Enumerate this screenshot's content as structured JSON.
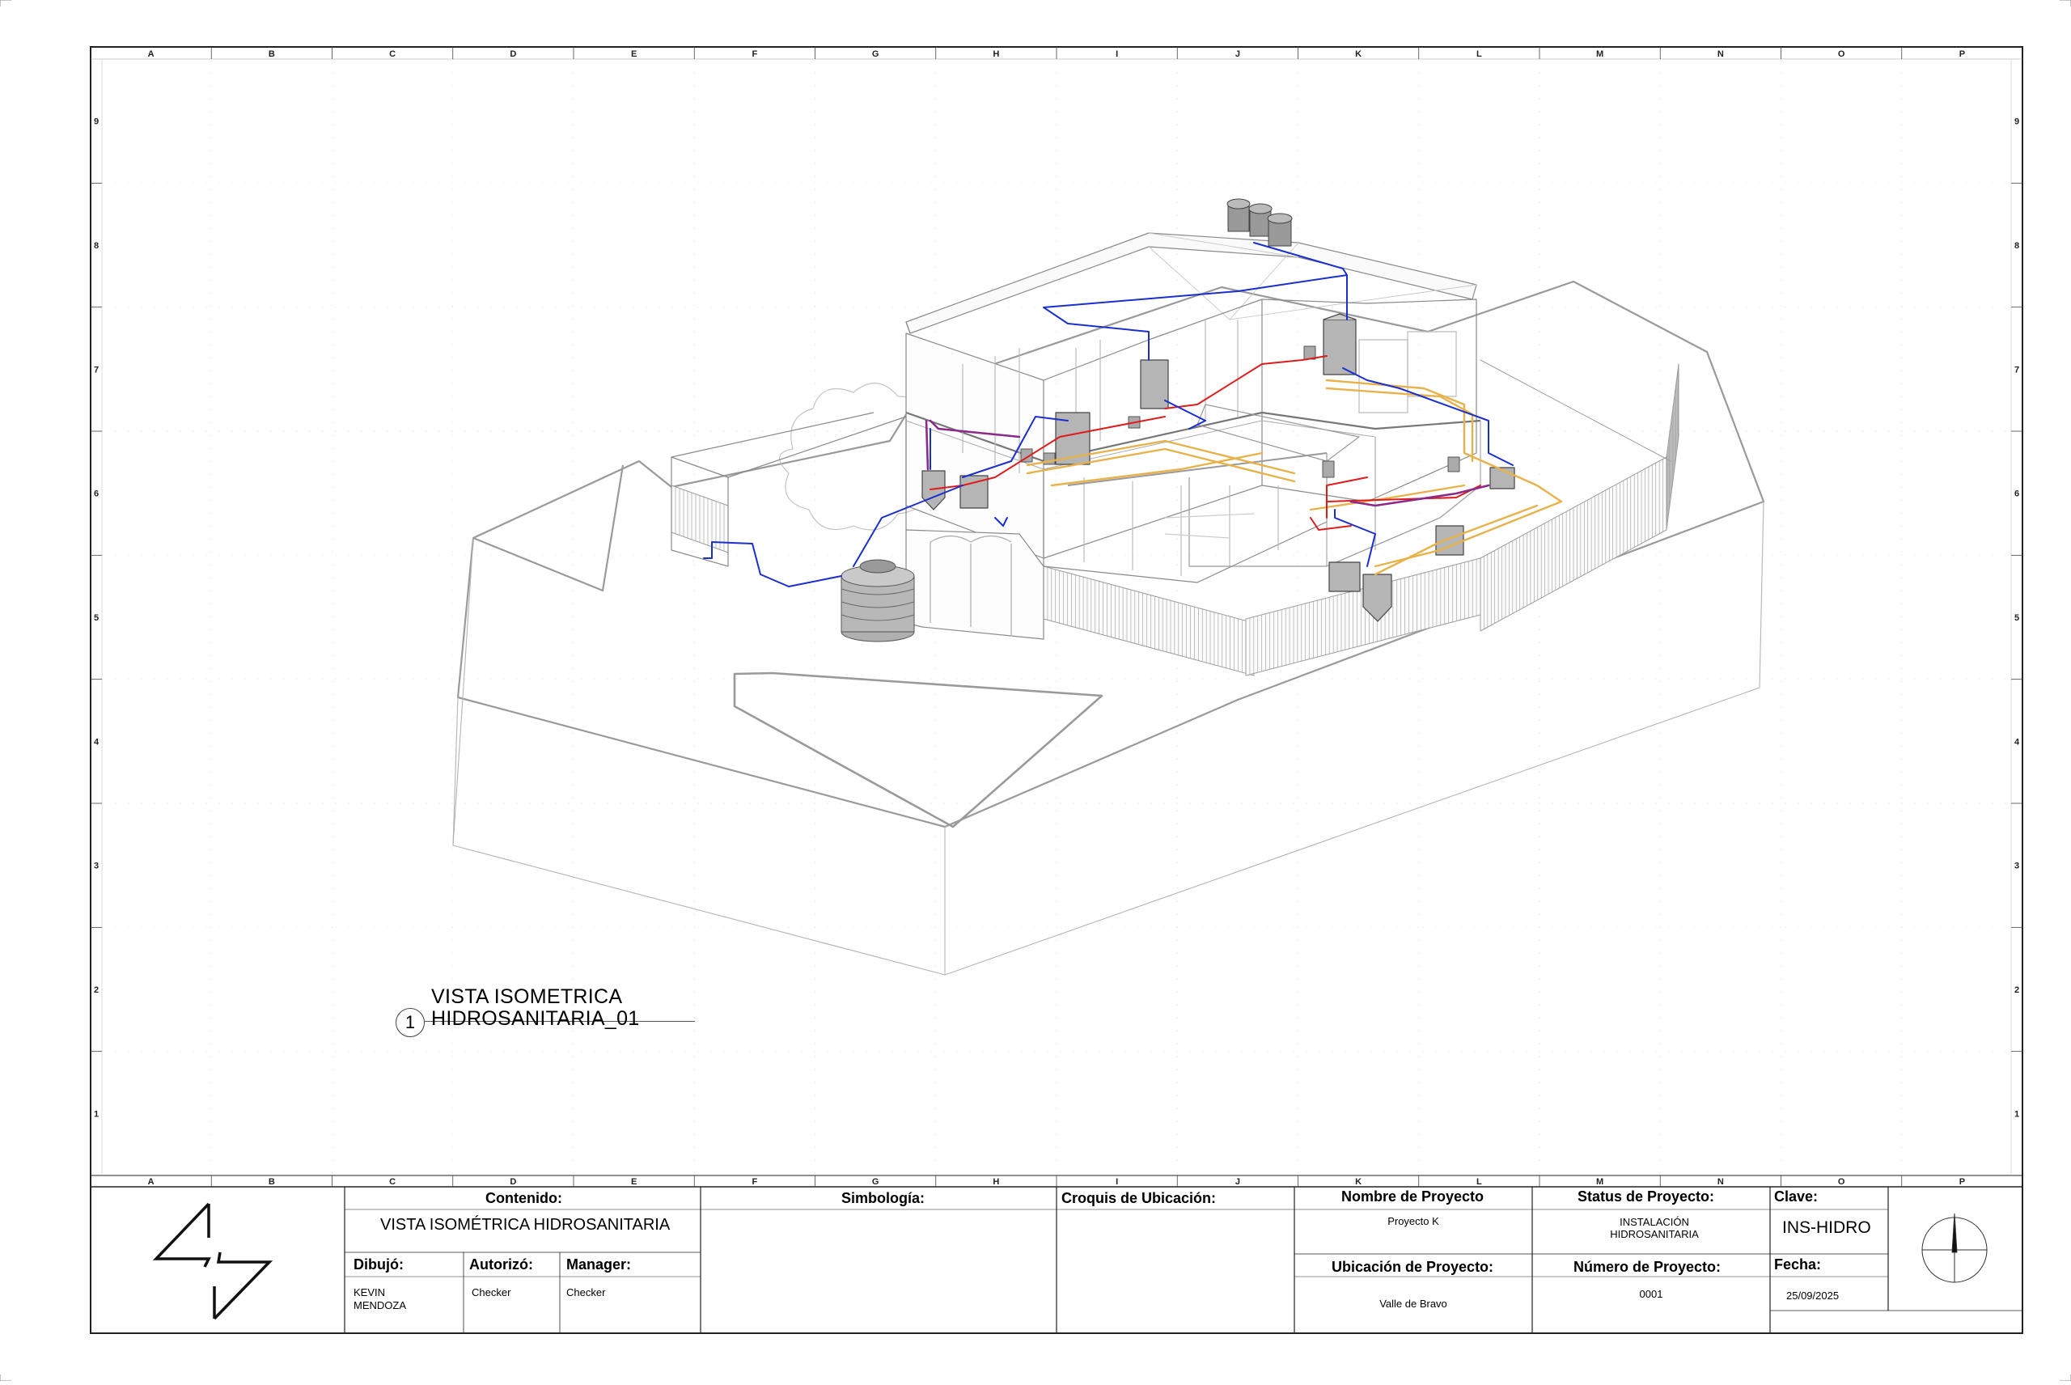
{
  "grid": {
    "columns": [
      "A",
      "B",
      "C",
      "D",
      "E",
      "F",
      "G",
      "H",
      "I",
      "J",
      "K",
      "L",
      "M",
      "N",
      "O",
      "P"
    ],
    "rows": [
      "9",
      "8",
      "7",
      "6",
      "5",
      "4",
      "3",
      "2",
      "1"
    ]
  },
  "view": {
    "number": "1",
    "title_line1": "VISTA ISOMETRICA",
    "title_line2": "HIDROSANITARIA_01"
  },
  "pipe_colors": {
    "cold_water": "#1a2fd0",
    "hot_water": "#e01b1b",
    "drainage": "#e8b24a",
    "mixed": "#8a2a8a"
  },
  "title_block": {
    "logo_icon": "bolt-diamond-logo",
    "contenido_label": "Contenido:",
    "contenido_value": "VISTA ISOMÉTRICA HIDROSANITARIA",
    "dibujo_label": "Dibujó:",
    "dibujo_value": "KEVIN MENDOZA",
    "autorizo_label": "Autorizó:",
    "autorizo_value": "Checker",
    "manager_label": "Manager:",
    "manager_value": "Checker",
    "simbologia_label": "Simbología:",
    "croquis_label": "Croquis de Ubicación:",
    "nombre_label": "Nombre de Proyecto",
    "nombre_value": "Proyecto K",
    "ubicacion_label": "Ubicación de Proyecto:",
    "ubicacion_value": "Valle de Bravo",
    "status_label": "Status de Proyecto:",
    "status_value": "INSTALACIÓN HIDROSANITARIA",
    "numero_label": "Número de Proyecto:",
    "numero_value": "0001",
    "clave_label": "Clave:",
    "clave_value": "INS-HIDRO",
    "fecha_label": "Fecha:",
    "fecha_value": "25/09/2025",
    "north_icon": "north-arrow-icon"
  }
}
